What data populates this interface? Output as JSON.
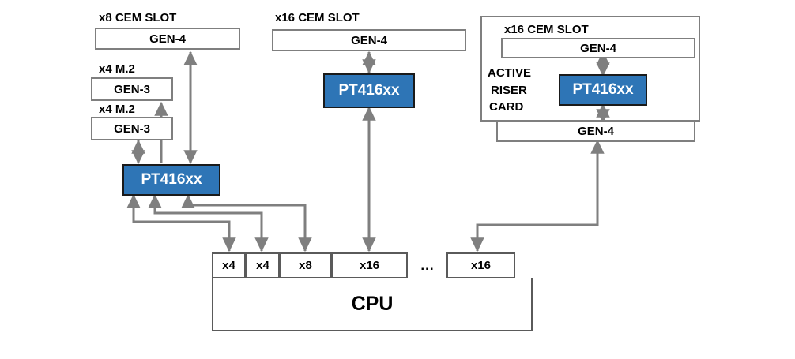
{
  "diagram": {
    "title_colors": {
      "switch_fill": "#2e75b6",
      "switch_border": "#1a1a1a",
      "box_border": "#7f7f7f",
      "wire": "#7f7f7f",
      "text": "#000000"
    },
    "left_branch": {
      "slot_label": "x8 CEM SLOT",
      "slot_box": "GEN-4",
      "m2_label_top": "x4 M.2",
      "m2_box_top": "GEN-3",
      "m2_label_bottom": "x4 M.2",
      "m2_box_bottom": "GEN-3",
      "switch": "PT416xx"
    },
    "middle_branch": {
      "slot_label": "x16 CEM SLOT",
      "slot_box": "GEN-4",
      "switch": "PT416xx"
    },
    "right_branch": {
      "slot_label": "x16 CEM SLOT",
      "slot_box": "GEN-4",
      "riser_line1": "ACTIVE",
      "riser_line2": "RISER",
      "riser_line3": "CARD",
      "switch": "PT416xx",
      "downstream_box": "GEN-4"
    },
    "cpu": {
      "label": "CPU",
      "lanes": [
        {
          "label": "x4"
        },
        {
          "label": "x4"
        },
        {
          "label": "x8"
        },
        {
          "label": "x16"
        },
        {
          "label": "x16"
        }
      ],
      "ellipsis": "..."
    }
  }
}
